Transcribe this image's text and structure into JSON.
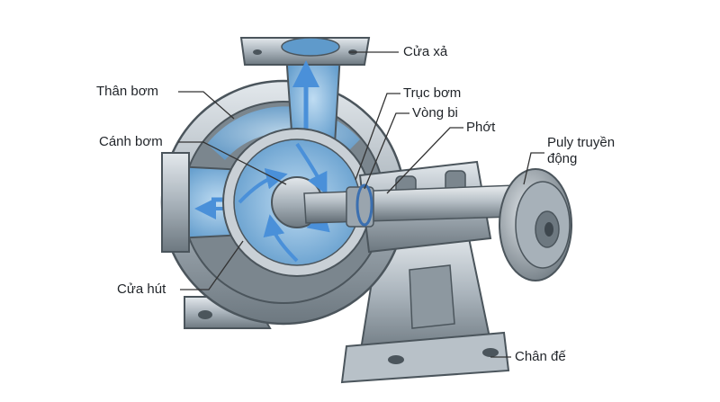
{
  "labels": {
    "cua_xa": "Cửa xả",
    "than_bom": "Thân bơm",
    "truc_bom": "Trục bơm",
    "vong_bi": "Vòng bi",
    "phot": "Phớt",
    "canh_bom": "Cánh bơm",
    "puly_line1": "Puly truyền",
    "puly_line2": "động",
    "cua_hut": "Cửa hút",
    "chan_de": "Chân đế"
  },
  "colors": {
    "metal_dark": "#5c6770",
    "metal_mid": "#9aa5ae",
    "metal_light": "#d7dde2",
    "water": "#6fa8d8",
    "arrow": "#4a90d9",
    "leader": "#333333"
  }
}
